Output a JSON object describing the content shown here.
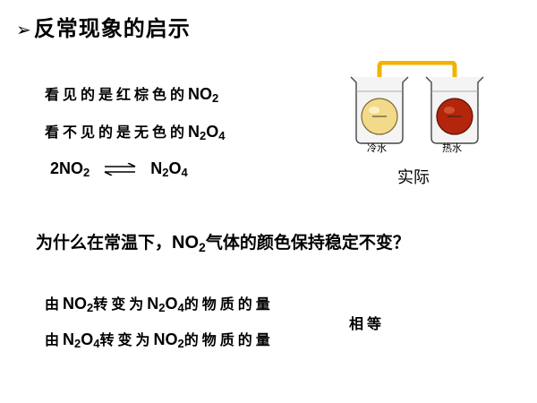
{
  "title": {
    "arrow": "➢",
    "text": "反常现象的启示"
  },
  "lines": {
    "l1_text": "看见的是红棕色的",
    "l1_chem": "NO",
    "l1_sub": "2",
    "l2_text": "看不见的是无色的",
    "l2_chem_a": "N",
    "l2_sub_a": "2",
    "l2_chem_b": "O",
    "l2_sub_b": "4"
  },
  "equation": {
    "left_coef": "2NO",
    "left_sub": "2",
    "right_a": "N",
    "right_sub_a": "2",
    "right_b": "O",
    "right_sub_b": "4"
  },
  "figure": {
    "cold_label": "冷水",
    "hot_label": "热水",
    "caption": "实际",
    "colors": {
      "tube": "#f0b400",
      "cold_flask": "#f3d98a",
      "hot_flask": "#b3260c"
    }
  },
  "question": {
    "part1": "为什么在常温下，",
    "chem": "NO",
    "sub": "2",
    "part2": "气体的颜色保持稳定不变？"
  },
  "answer": {
    "a1_pre": "由",
    "a1_chem": "NO",
    "a1_sub": "2",
    "a1_mid": "转变为",
    "a1_chem2a": "N",
    "a1_sub2a": "2",
    "a1_chem2b": "O",
    "a1_sub2b": "4",
    "a1_post": "的物质的量",
    "a2_pre": "由",
    "a2_chem_a": "N",
    "a2_sub_a": "2",
    "a2_chem_b": "O",
    "a2_sub_b": "4",
    "a2_mid": "转变为",
    "a2_chem2": "NO",
    "a2_sub2": "2",
    "a2_post": "的物质的量",
    "equal": "相等"
  }
}
